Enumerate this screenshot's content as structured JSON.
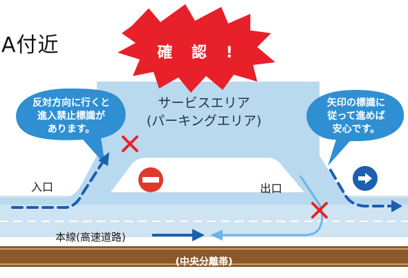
{
  "heading": "A付近",
  "alert": "確 認 !",
  "service_area": {
    "line1": "サービスエリア",
    "line2": "(パーキングエリア)"
  },
  "bubble_left": {
    "line1": "反対方向に行くと",
    "line2": "進入禁止標識が",
    "line3": "あります。"
  },
  "bubble_right": {
    "line1": "矢印の標識に",
    "line2": "従って進めば",
    "line3": "安心です。"
  },
  "labels": {
    "entrance": "入口",
    "exit": "出口",
    "mainline": "本線(高速道路)",
    "median": "(中央分離帯)"
  },
  "icons": {
    "no_entry": "no-entry-sign-icon",
    "direction": "right-arrow-sign-icon",
    "wrong_way": "red-cross-icon"
  },
  "colors": {
    "road": "#cfe4f2",
    "area_fill": "#b9d9ee",
    "route_arrow": "#1a5fb0",
    "bubble": "#2f8fd2",
    "alert": "#e8202a",
    "median": "#8a5a2b",
    "no_entry": "#e03a2d",
    "direction_sign": "#1d5fb0"
  }
}
